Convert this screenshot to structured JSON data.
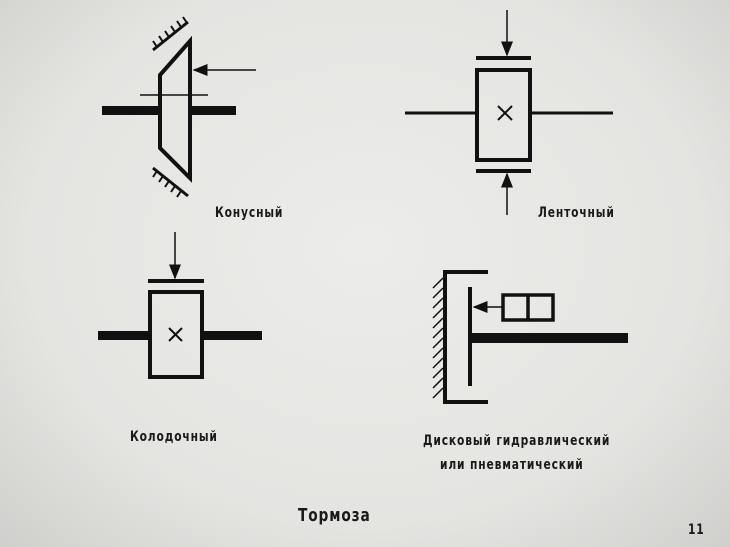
{
  "title": "Тормоза",
  "page_number": "11",
  "diagrams": [
    {
      "label": "Конусный"
    },
    {
      "label": "Ленточный"
    },
    {
      "label": "Колодочный"
    },
    {
      "label": "Дисковый гидравлический",
      "label2": "или пневматический"
    }
  ]
}
